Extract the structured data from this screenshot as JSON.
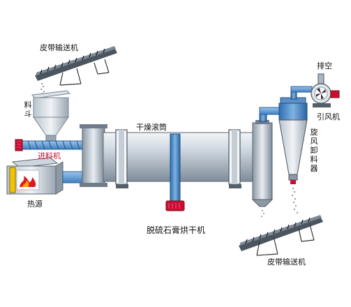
{
  "diagram": {
    "labels": {
      "top_conveyor": "皮带输送机",
      "hopper": "料斗",
      "feeder": "进料机",
      "heat_source": "热源",
      "drum": "干燥滚筒",
      "title": "脱硫石膏烘干机",
      "exhaust": "排空",
      "fan": "引风机",
      "cyclone": "旋风卸料器",
      "bottom_conveyor": "皮带输送机"
    },
    "colors": {
      "steel_light": "#e6ecf2",
      "steel_mid": "#a9b5c1",
      "steel_dark": "#6f7d8b",
      "frame_dark": "#555f68",
      "pipe_blue": "#3b7fc4",
      "motor_red": "#c8102e",
      "flame_yellow": "#f2c400",
      "label_text": "#111111",
      "label_red": "#c8102e"
    },
    "icons": [
      "belt-conveyor-icon",
      "hopper-icon",
      "screw-feeder-icon",
      "furnace-flame-icon",
      "rotary-drum-icon",
      "drive-motor-icon",
      "cyclone-separator-icon",
      "induced-draft-fan-icon"
    ]
  }
}
